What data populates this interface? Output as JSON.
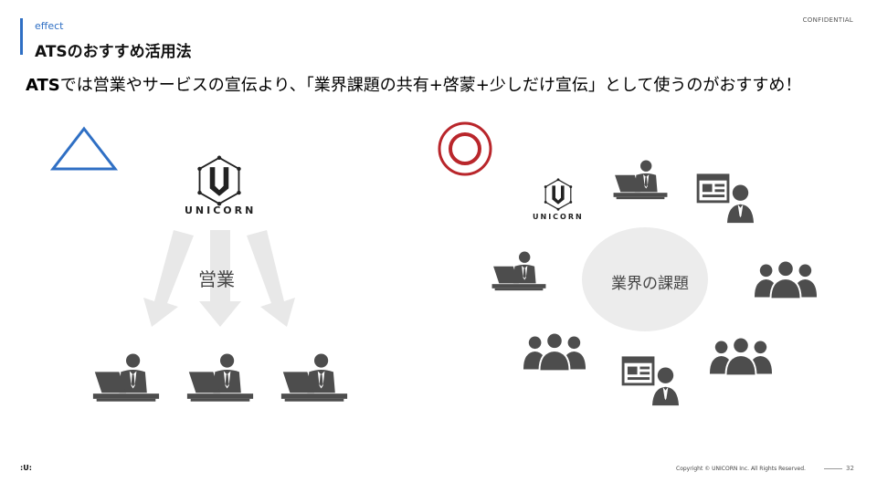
{
  "header": {
    "eyebrow": "effect",
    "title": "ATSのおすすめ活用法",
    "confidential": "CONFIDENTIAL"
  },
  "headline": {
    "lead": "ATS",
    "text": "では営業やサービスの宣伝より、「業界課題の共有+啓蒙+少しだけ宣伝」として使うのがおすすめ！"
  },
  "left_panel": {
    "symbol": "triangle",
    "brand_name": "UNICORN",
    "arrow_label": "営業"
  },
  "right_panel": {
    "symbol": "double-circle",
    "brand_name": "UNICORN",
    "center_label": "業界の課題"
  },
  "colors": {
    "accent_blue": "#2f6fc4",
    "accent_red": "#b9262b",
    "icon_gray": "#4d4d4d",
    "arrow_gray": "#e8e8e8",
    "ellipse_gray": "#ececec"
  },
  "footer": {
    "logo_mark": ":U:",
    "copyright": "Copyright © UNICORN Inc. All Rights Reserved.",
    "page_number": "32"
  }
}
